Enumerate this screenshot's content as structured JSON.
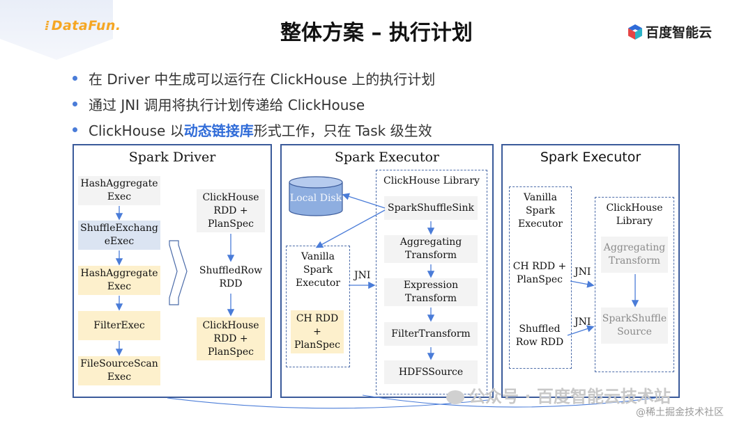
{
  "header": {
    "logo_left": "DataFun.",
    "title": "整体方案 – 执行计划",
    "logo_right": "百度智能云"
  },
  "bullets": [
    {
      "pre": "在 Driver 中生成可以运行在 ClickHouse 上的执行计划",
      "hl": "",
      "post": ""
    },
    {
      "pre": "通过 JNI 调用将执行计划传递给 ClickHouse",
      "hl": "",
      "post": ""
    },
    {
      "pre": "ClickHouse 以",
      "hl": "动态链接库",
      "post": "形式工作，只在 Task 级生效"
    }
  ],
  "driver": {
    "title": "Spark Driver",
    "left_boxes": [
      "HashAggregate Exec",
      "ShuffleExchang eExec",
      "HashAggregate Exec",
      "FilterExec",
      "FileSourceScan Exec"
    ],
    "right_boxes": [
      "ClickHouse RDD + PlanSpec",
      "ShuffledRow RDD",
      "ClickHouse RDD + PlanSpec"
    ]
  },
  "executor1": {
    "title": "Spark Executor",
    "disk": "Local Disk",
    "vanilla_label": "Vanilla Spark Executor",
    "ch_rdd": "CH RDD + PlanSpec",
    "jni": "JNI",
    "library_label": "ClickHouse Library",
    "library_boxes": [
      "SparkShuffleSink",
      "Aggregating Transform",
      "Expression Transform",
      "FilterTransform",
      "HDFSSource"
    ]
  },
  "executor2": {
    "title": "Spark Executor",
    "vanilla_label": "Vanilla Spark Executor",
    "ch_rdd": "CH RDD + PlanSpec",
    "shuffled": "Shuffled Row RDD",
    "jni1": "JNI",
    "jni2": "JNI",
    "library_label": "ClickHouse Library",
    "library_boxes": [
      "Aggregating Transform",
      "SparkShuffle Source"
    ]
  },
  "watermark": {
    "main": "公众号 · 百度智能云技术站",
    "sub": "@稀土掘金技术社区"
  },
  "colors": {
    "accent": "#2f6bd8",
    "border": "#3a5a9a",
    "yellow": "#fdf0cc",
    "blue": "#dbe4f2",
    "grey": "#f3f3f3"
  }
}
